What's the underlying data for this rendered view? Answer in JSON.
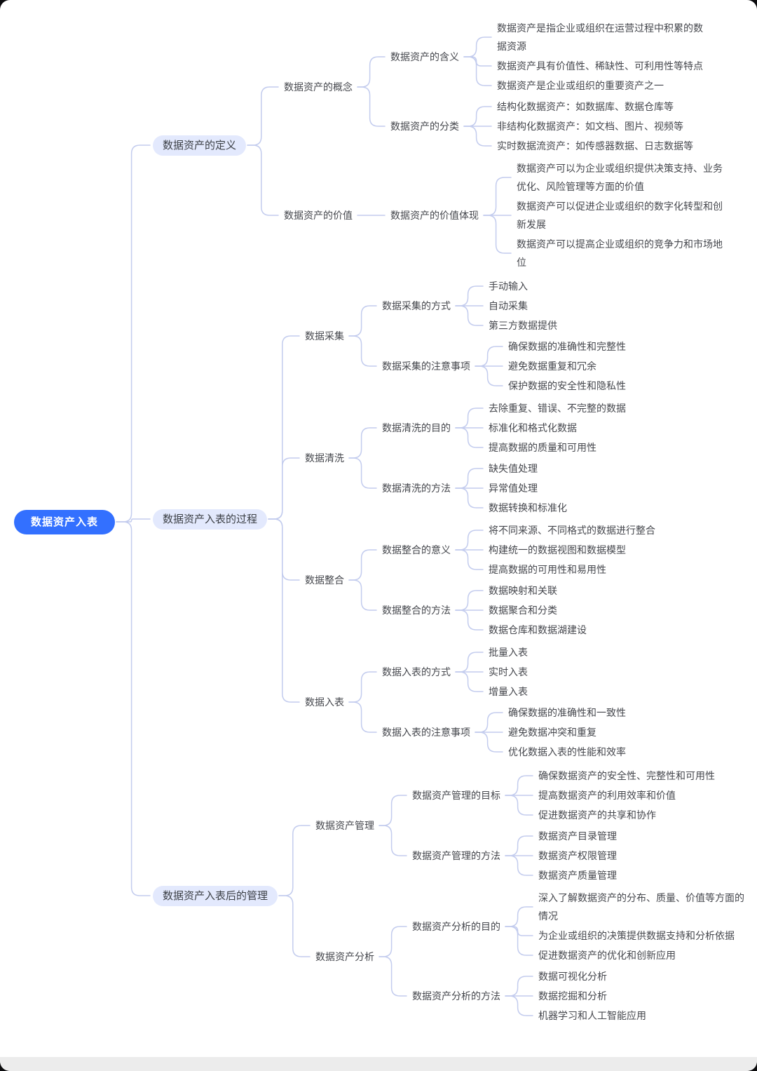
{
  "colors": {
    "canvas_bg": "#ffffff",
    "root_node_bg": "#3370ff",
    "root_node_text": "#ffffff",
    "branch_node_bg": "#e3e9fd",
    "branch_node_text": "#3c4046",
    "plain_node_text": "#45474d",
    "connector": "#c3ccee",
    "bottom_bar_bg": "#ececec"
  },
  "mindmap": {
    "label": "数据资产入表",
    "children": [
      {
        "label": "数据资产的定义",
        "children": [
          {
            "label": "数据资产的概念",
            "children": [
              {
                "label": "数据资产的含义",
                "children": [
                  {
                    "label": "数据资产是指企业或组织在运营过程中积累的数据资源"
                  },
                  {
                    "label": "数据资产具有价值性、稀缺性、可利用性等特点"
                  },
                  {
                    "label": "数据资产是企业或组织的重要资产之一"
                  }
                ]
              },
              {
                "label": "数据资产的分类",
                "children": [
                  {
                    "label": "结构化数据资产：如数据库、数据仓库等"
                  },
                  {
                    "label": "非结构化数据资产：如文档、图片、视频等"
                  },
                  {
                    "label": "实时数据流资产：如传感器数据、日志数据等"
                  }
                ]
              }
            ]
          },
          {
            "label": "数据资产的价值",
            "children": [
              {
                "label": "数据资产的价值体现",
                "children": [
                  {
                    "label": "数据资产可以为企业或组织提供决策支持、业务优化、风险管理等方面的价值"
                  },
                  {
                    "label": "数据资产可以促进企业或组织的数字化转型和创新发展"
                  },
                  {
                    "label": "数据资产可以提高企业或组织的竞争力和市场地位"
                  }
                ]
              }
            ]
          }
        ]
      },
      {
        "label": "数据资产入表的过程",
        "children": [
          {
            "label": "数据采集",
            "children": [
              {
                "label": "数据采集的方式",
                "children": [
                  {
                    "label": "手动输入"
                  },
                  {
                    "label": "自动采集"
                  },
                  {
                    "label": "第三方数据提供"
                  }
                ]
              },
              {
                "label": "数据采集的注意事项",
                "children": [
                  {
                    "label": "确保数据的准确性和完整性"
                  },
                  {
                    "label": "避免数据重复和冗余"
                  },
                  {
                    "label": "保护数据的安全性和隐私性"
                  }
                ]
              }
            ]
          },
          {
            "label": "数据清洗",
            "children": [
              {
                "label": "数据清洗的目的",
                "children": [
                  {
                    "label": "去除重复、错误、不完整的数据"
                  },
                  {
                    "label": "标准化和格式化数据"
                  },
                  {
                    "label": "提高数据的质量和可用性"
                  }
                ]
              },
              {
                "label": "数据清洗的方法",
                "children": [
                  {
                    "label": "缺失值处理"
                  },
                  {
                    "label": "异常值处理"
                  },
                  {
                    "label": "数据转换和标准化"
                  }
                ]
              }
            ]
          },
          {
            "label": "数据整合",
            "children": [
              {
                "label": "数据整合的意义",
                "children": [
                  {
                    "label": "将不同来源、不同格式的数据进行整合"
                  },
                  {
                    "label": "构建统一的数据视图和数据模型"
                  },
                  {
                    "label": "提高数据的可用性和易用性"
                  }
                ]
              },
              {
                "label": "数据整合的方法",
                "children": [
                  {
                    "label": "数据映射和关联"
                  },
                  {
                    "label": "数据聚合和分类"
                  },
                  {
                    "label": "数据仓库和数据湖建设"
                  }
                ]
              }
            ]
          },
          {
            "label": "数据入表",
            "children": [
              {
                "label": "数据入表的方式",
                "children": [
                  {
                    "label": "批量入表"
                  },
                  {
                    "label": "实时入表"
                  },
                  {
                    "label": "增量入表"
                  }
                ]
              },
              {
                "label": "数据入表的注意事项",
                "children": [
                  {
                    "label": "确保数据的准确性和一致性"
                  },
                  {
                    "label": "避免数据冲突和重复"
                  },
                  {
                    "label": "优化数据入表的性能和效率"
                  }
                ]
              }
            ]
          }
        ]
      },
      {
        "label": "数据资产入表后的管理",
        "children": [
          {
            "label": "数据资产管理",
            "children": [
              {
                "label": "数据资产管理的目标",
                "children": [
                  {
                    "label": "确保数据资产的安全性、完整性和可用性"
                  },
                  {
                    "label": "提高数据资产的利用效率和价值"
                  },
                  {
                    "label": "促进数据资产的共享和协作"
                  }
                ]
              },
              {
                "label": "数据资产管理的方法",
                "children": [
                  {
                    "label": "数据资产目录管理"
                  },
                  {
                    "label": "数据资产权限管理"
                  },
                  {
                    "label": "数据资产质量管理"
                  }
                ]
              }
            ]
          },
          {
            "label": "数据资产分析",
            "children": [
              {
                "label": "数据资产分析的目的",
                "children": [
                  {
                    "label": "深入了解数据资产的分布、质量、价值等方面的情况"
                  },
                  {
                    "label": "为企业或组织的决策提供数据支持和分析依据"
                  },
                  {
                    "label": "促进数据资产的优化和创新应用"
                  }
                ]
              },
              {
                "label": "数据资产分析的方法",
                "children": [
                  {
                    "label": "数据可视化分析"
                  },
                  {
                    "label": "数据挖掘和分析"
                  },
                  {
                    "label": "机器学习和人工智能应用"
                  }
                ]
              }
            ]
          }
        ]
      }
    ]
  }
}
